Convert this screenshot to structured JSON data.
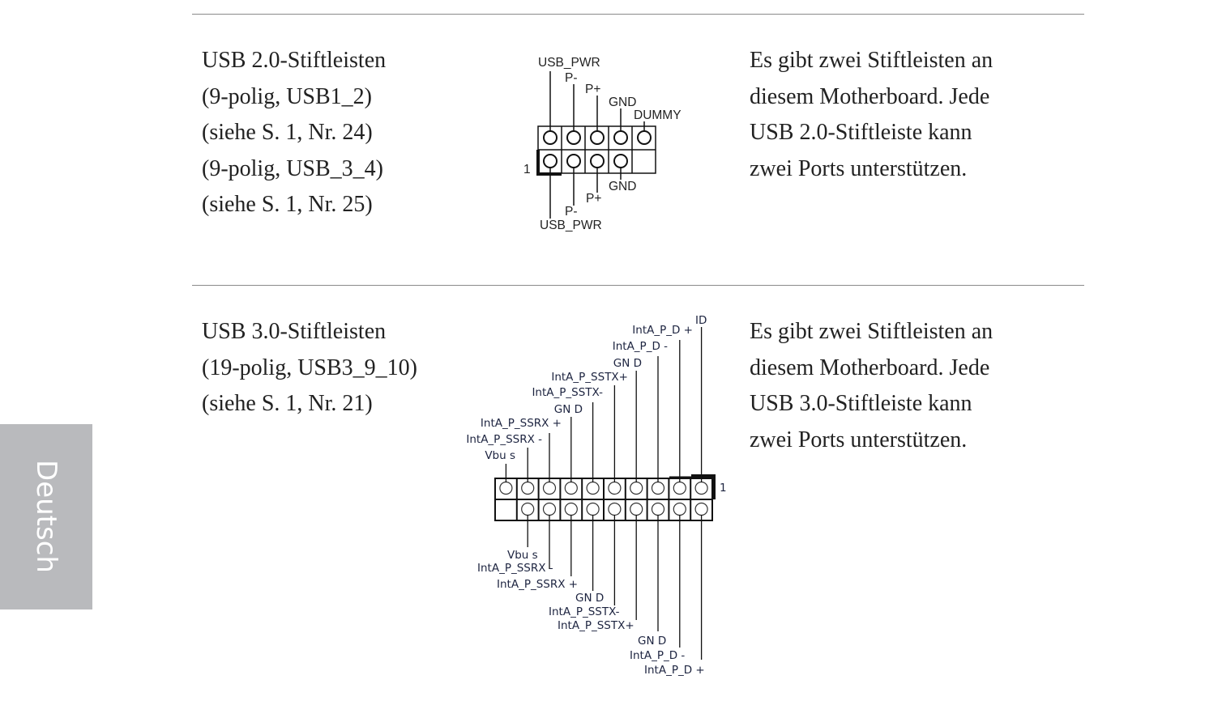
{
  "sections": [
    {
      "left_lines": [
        "USB 2.0-Stiftleisten",
        "(9-polig, USB1_2)",
        "(siehe S. 1, Nr. 24)",
        "(9-polig, USB_3_4)",
        "(siehe S. 1, Nr. 25)"
      ],
      "right_lines": [
        "Es gibt zwei Stiftleisten an",
        "diesem Motherboard. Jede",
        "USB 2.0-Stiftleiste kann",
        "zwei Ports unterstützen."
      ],
      "diagram": {
        "top_labels": [
          "USB_PWR",
          "P-",
          "P+",
          "GND",
          "DUMMY"
        ],
        "bottom_labels": [
          "GND",
          "P+",
          "P-",
          "USB_PWR"
        ],
        "pin1_label": "1"
      }
    },
    {
      "left_lines": [
        "USB 3.0-Stiftleisten",
        "(19-polig, USB3_9_10)",
        "(siehe S. 1, Nr. 21)"
      ],
      "right_lines": [
        "Es gibt zwei Stiftleisten an",
        "diesem Motherboard. Jede",
        "USB 3.0-Stiftleiste kann",
        "zwei Ports unterstützen."
      ],
      "diagram": {
        "top_labels": [
          "Vbu s",
          "IntA_P_SSRX -",
          "IntA_P_SSRX +",
          "GN D",
          "IntA_P_SSTX-",
          "IntA_P_SSTX+",
          "GN D",
          "IntA_P_D -",
          "IntA_P_D +",
          "ID"
        ],
        "bottom_labels": [
          "Vbu s",
          "IntA_P_SSRX -",
          "IntA_P_SSRX +",
          "GN D",
          "IntA_P_SSTX-",
          "IntA_P_SSTX+",
          "GN D",
          "IntA_P_D -",
          "IntA_P_D +"
        ],
        "pin1_label": "1"
      }
    }
  ],
  "side_tab": {
    "label": "Deutsch"
  }
}
